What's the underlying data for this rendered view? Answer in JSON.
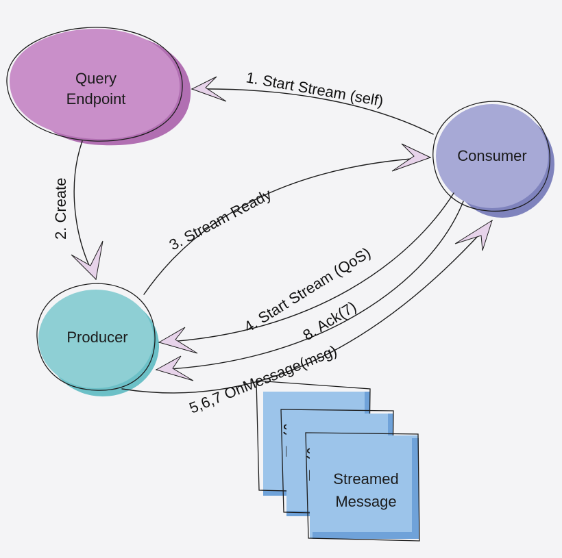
{
  "nodes": {
    "query_endpoint": {
      "lines": [
        "Query",
        "Endpoint"
      ],
      "color": "#c98fc9",
      "shadow": "#b16fb2"
    },
    "consumer": {
      "label": "Consumer",
      "color": "#a7a9d6",
      "shadow": "#7f83bd"
    },
    "producer": {
      "label": "Producer",
      "color": "#8ecfd4",
      "shadow": "#6cc0c7"
    }
  },
  "edges": {
    "start_stream_self": "1. Start Stream (self)",
    "create": "2. Create",
    "stream_ready": "3. Stream Ready",
    "start_stream_qos": "4. Start Stream (QoS)",
    "ack": "8. Ack(7)",
    "on_message": "5,6,7 OnMessage(msg)"
  },
  "messages": {
    "card_lines": [
      "Streamed",
      "Message"
    ],
    "color": "#9cc4ea",
    "shadow": "#6fa2d9"
  }
}
